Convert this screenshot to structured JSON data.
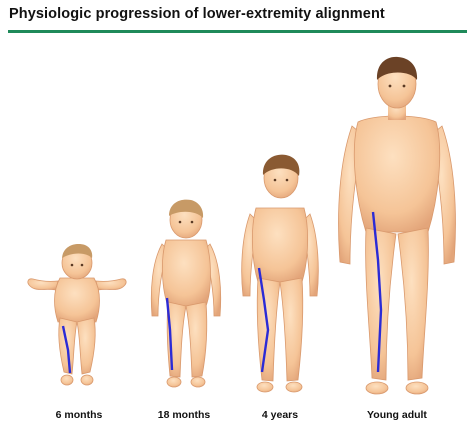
{
  "title": "Physiologic progression of lower-extremity alignment",
  "colors": {
    "title_rule": "#1f8a5a",
    "skin": "#f7cba0",
    "skin_shadow": "#e2a57a",
    "hair_light": "#c79a66",
    "hair_dark": "#6b4226",
    "alignment_line": "#2b2bd6"
  },
  "figures": [
    {
      "id": "infant-6-months",
      "label": "6 months"
    },
    {
      "id": "toddler-18-months",
      "label": "18 months"
    },
    {
      "id": "child-4-years",
      "label": "4 years"
    },
    {
      "id": "young-adult",
      "label": "Young adult"
    }
  ]
}
